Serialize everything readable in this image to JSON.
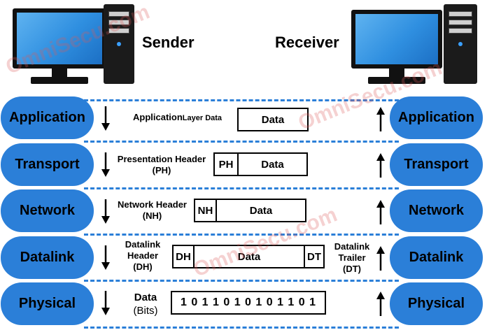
{
  "parties": {
    "sender": "Sender",
    "receiver": "Receiver"
  },
  "watermark": "OmniSecu.com",
  "layers": [
    {
      "left": "Application",
      "right": "Application"
    },
    {
      "left": "Transport",
      "right": "Transport"
    },
    {
      "left": "Network",
      "right": "Network"
    },
    {
      "left": "Datalink",
      "right": "Datalink"
    },
    {
      "left": "Physical",
      "right": "Physical"
    }
  ],
  "rows": {
    "application": {
      "label_a": "Application",
      "label_b": "Layer Data",
      "data": "Data"
    },
    "transport": {
      "label_1": "Presentation Header",
      "label_2": "(PH)",
      "header": "PH",
      "data": "Data"
    },
    "network": {
      "label_1": "Network Header",
      "label_2": "(NH)",
      "header": "NH",
      "data": "Data"
    },
    "datalink": {
      "label_1": "Datalink",
      "label_2": "Header",
      "label_3": "(DH)",
      "header": "DH",
      "data": "Data",
      "trailer": "DT",
      "trailer_1": "Datalink",
      "trailer_2": "Trailer",
      "trailer_3": "(DT)"
    },
    "physical": {
      "label_1": "Data",
      "label_2": "(Bits)",
      "bits": "1 0 1 1 0 1 0 1 0 1 1 0 1"
    }
  },
  "colors": {
    "layer_fill": "#2b7fd8",
    "dash": "#2b7fd8",
    "screen": "#2f8fe0"
  }
}
